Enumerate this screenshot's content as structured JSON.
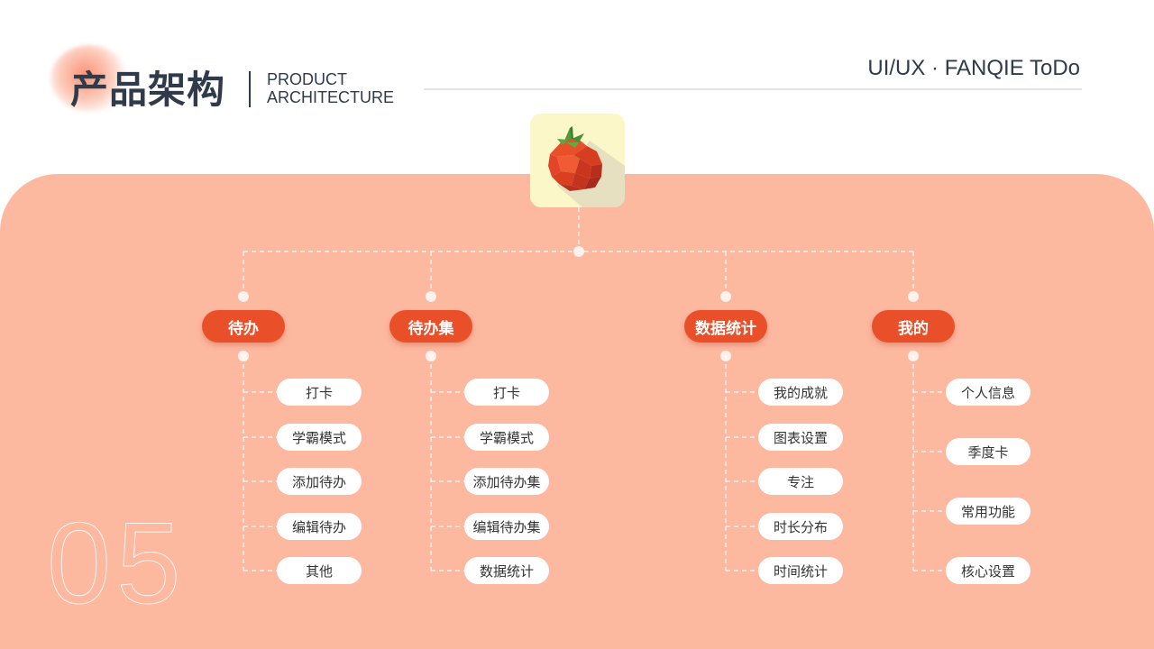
{
  "header": {
    "title_cn": "产品架构",
    "title_en_line1": "PRODUCT",
    "title_en_line2": "ARCHITECTURE",
    "brand": "UI/UX · FANQIE ToDo"
  },
  "page_number": "05",
  "logo": {
    "icon": "tomato-icon"
  },
  "colors": {
    "panel": "#fdb8a0",
    "accent": "#e9502a",
    "item_bg": "#ffffff",
    "text": "#2f3a4a"
  },
  "tree": {
    "categories": [
      {
        "label": "待办",
        "items": [
          "打卡",
          "学霸模式",
          "添加待办",
          "编辑待办",
          "其他"
        ]
      },
      {
        "label": "待办集",
        "items": [
          "打卡",
          "学霸模式",
          "添加待办集",
          "编辑待办集",
          "数据统计"
        ]
      },
      {
        "label": "数据统计",
        "items": [
          "我的成就",
          "图表设置",
          "专注",
          "时长分布",
          "时间统计"
        ]
      },
      {
        "label": "我的",
        "items": [
          "个人信息",
          "季度卡",
          "常用功能",
          "核心设置"
        ]
      }
    ]
  }
}
